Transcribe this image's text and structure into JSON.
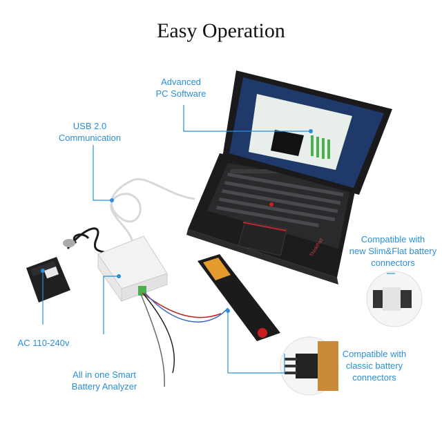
{
  "title": "Easy Operation",
  "labels": {
    "software": [
      "Advanced",
      "PC Software"
    ],
    "usb": [
      "USB 2.0",
      "Communication"
    ],
    "slim": [
      "Compatible with",
      "new Slim&Flat battery",
      "connectors"
    ],
    "ac": "AC 110-240v",
    "analyzer": [
      "All in one Smart",
      "Battery Analyzer"
    ],
    "classic": [
      "Compatible with",
      "classic battery",
      "connectors"
    ]
  },
  "laptop_brand": "ThinkPad",
  "colors": {
    "accent": "#2a8fd6"
  }
}
